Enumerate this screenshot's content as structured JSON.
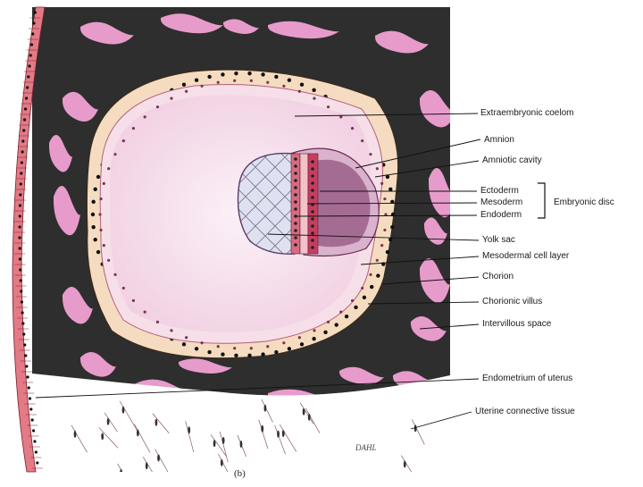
{
  "labels": {
    "extraembryonic_coelom": "Extraembryonic coelom",
    "amnion": "Amnion",
    "amniotic_cavity": "Amniotic cavity",
    "ectoderm": "Ectoderm",
    "mesoderm": "Mesoderm",
    "endoderm": "Endoderm",
    "embryonic_disc": "Embryonic disc",
    "yolk_sac": "Yolk sac",
    "mesodermal_cell_layer": "Mesodermal cell layer",
    "chorion": "Chorion",
    "chorionic_villus": "Chorionic villus",
    "intervillous_space": "Intervillous space",
    "endometrium": "Endometrium of uterus",
    "uterine_connective_tissue": "Uterine connective tissue"
  },
  "caption": "(b)",
  "signature": "DAHL",
  "colors": {
    "tissue_dark": "#2b2b2b",
    "lacuna_pink": "#e79bcb",
    "coelom_pink": "#f6e2ee",
    "chorion_cell": "#f4d9b9",
    "nucleus": "#111111",
    "embryo_red": "#c83a5c",
    "amniotic_mauve": "#a6648e",
    "yolk_lavender": "#d9dbee",
    "uterus_wall": "#d9616f"
  }
}
